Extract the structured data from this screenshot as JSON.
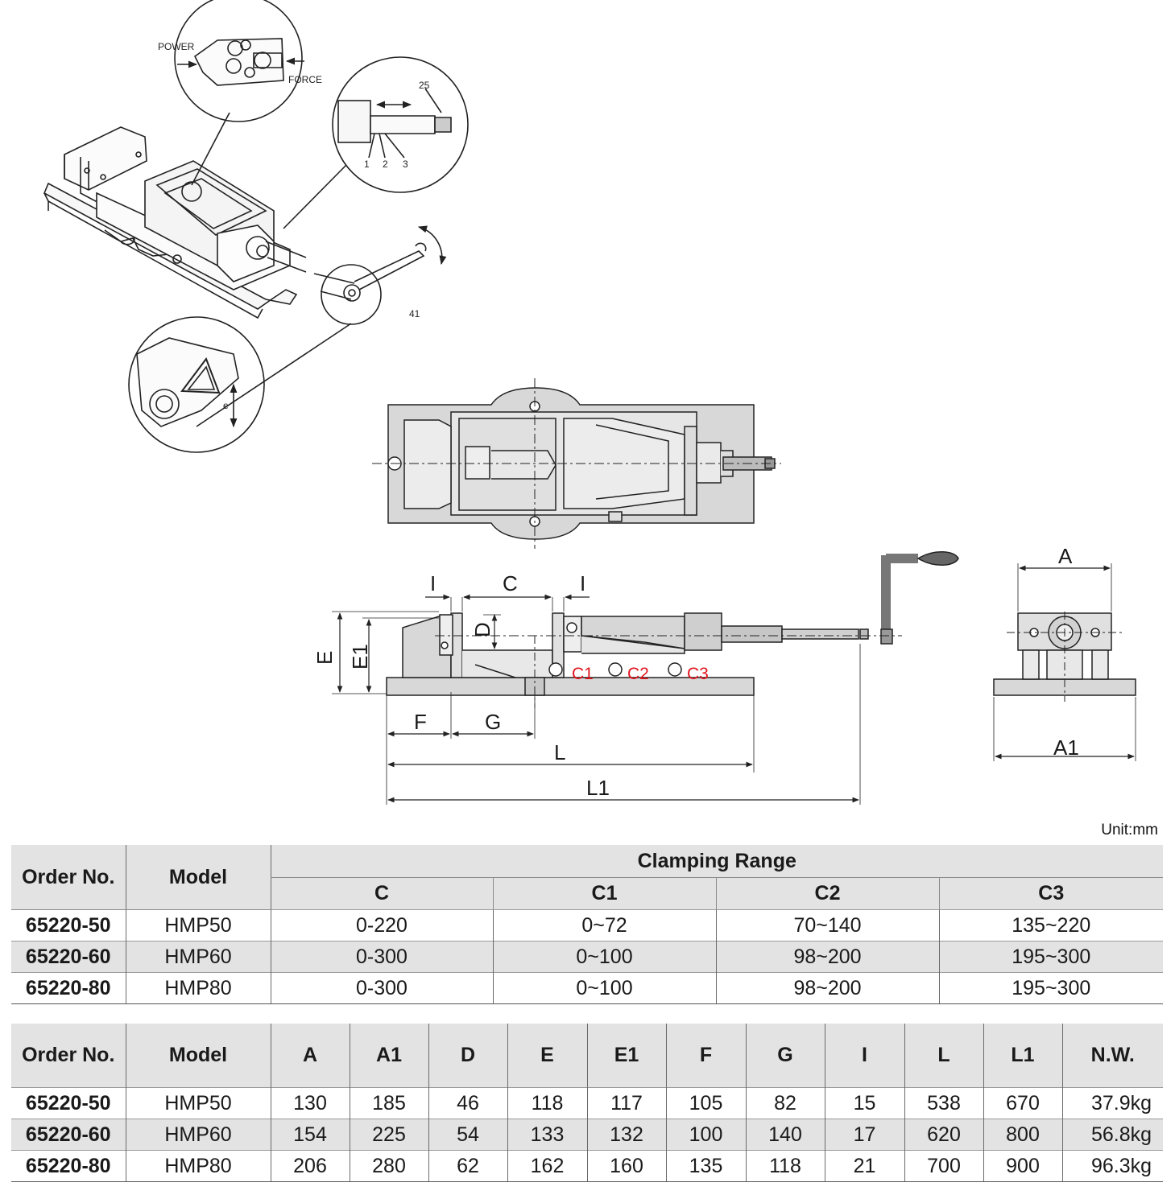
{
  "figure_labels": {
    "power": "POWER",
    "force": "FORCE",
    "n25": "25",
    "n1": "1",
    "n2": "2",
    "n3": "3",
    "n41": "41",
    "e_small": "e",
    "I_left": "I",
    "C": "C",
    "I_right": "I",
    "D": "D",
    "E": "E",
    "E1": "E1",
    "C1": "C1",
    "C2": "C2",
    "C3": "C3",
    "F": "F",
    "G": "G",
    "L": "L",
    "L1": "L1",
    "A": "A",
    "A1": "A1"
  },
  "colors": {
    "accent_red": "#e0141c",
    "header_gray": "#e3e3e3",
    "part_gray": "#d8d8d8"
  },
  "unit": "Unit:mm",
  "table1": {
    "order_no": "Order No.",
    "model": "Model",
    "clamping_range": "Clamping Range",
    "cols": [
      "C",
      "C1",
      "C2",
      "C3"
    ],
    "rows": [
      {
        "order": "65220-50",
        "model": "HMP50",
        "vals": [
          "0-220",
          "0~72",
          "70~140",
          "135~220"
        ]
      },
      {
        "order": "65220-60",
        "model": "HMP60",
        "vals": [
          "0-300",
          "0~100",
          "98~200",
          "195~300"
        ]
      },
      {
        "order": "65220-80",
        "model": "HMP80",
        "vals": [
          "0-300",
          "0~100",
          "98~200",
          "195~300"
        ]
      }
    ]
  },
  "table2": {
    "order_no": "Order No.",
    "model": "Model",
    "cols": [
      "A",
      "A1",
      "D",
      "E",
      "E1",
      "F",
      "G",
      "I",
      "L",
      "L1",
      "N.W."
    ],
    "rows": [
      {
        "order": "65220-50",
        "model": "HMP50",
        "vals": [
          "130",
          "185",
          "46",
          "118",
          "117",
          "105",
          "82",
          "15",
          "538",
          "670",
          "37.9kg"
        ]
      },
      {
        "order": "65220-60",
        "model": "HMP60",
        "vals": [
          "154",
          "225",
          "54",
          "133",
          "132",
          "100",
          "140",
          "17",
          "620",
          "800",
          "56.8kg"
        ]
      },
      {
        "order": "65220-80",
        "model": "HMP80",
        "vals": [
          "206",
          "280",
          "62",
          "162",
          "160",
          "135",
          "118",
          "21",
          "700",
          "900",
          "96.3kg"
        ]
      }
    ]
  }
}
